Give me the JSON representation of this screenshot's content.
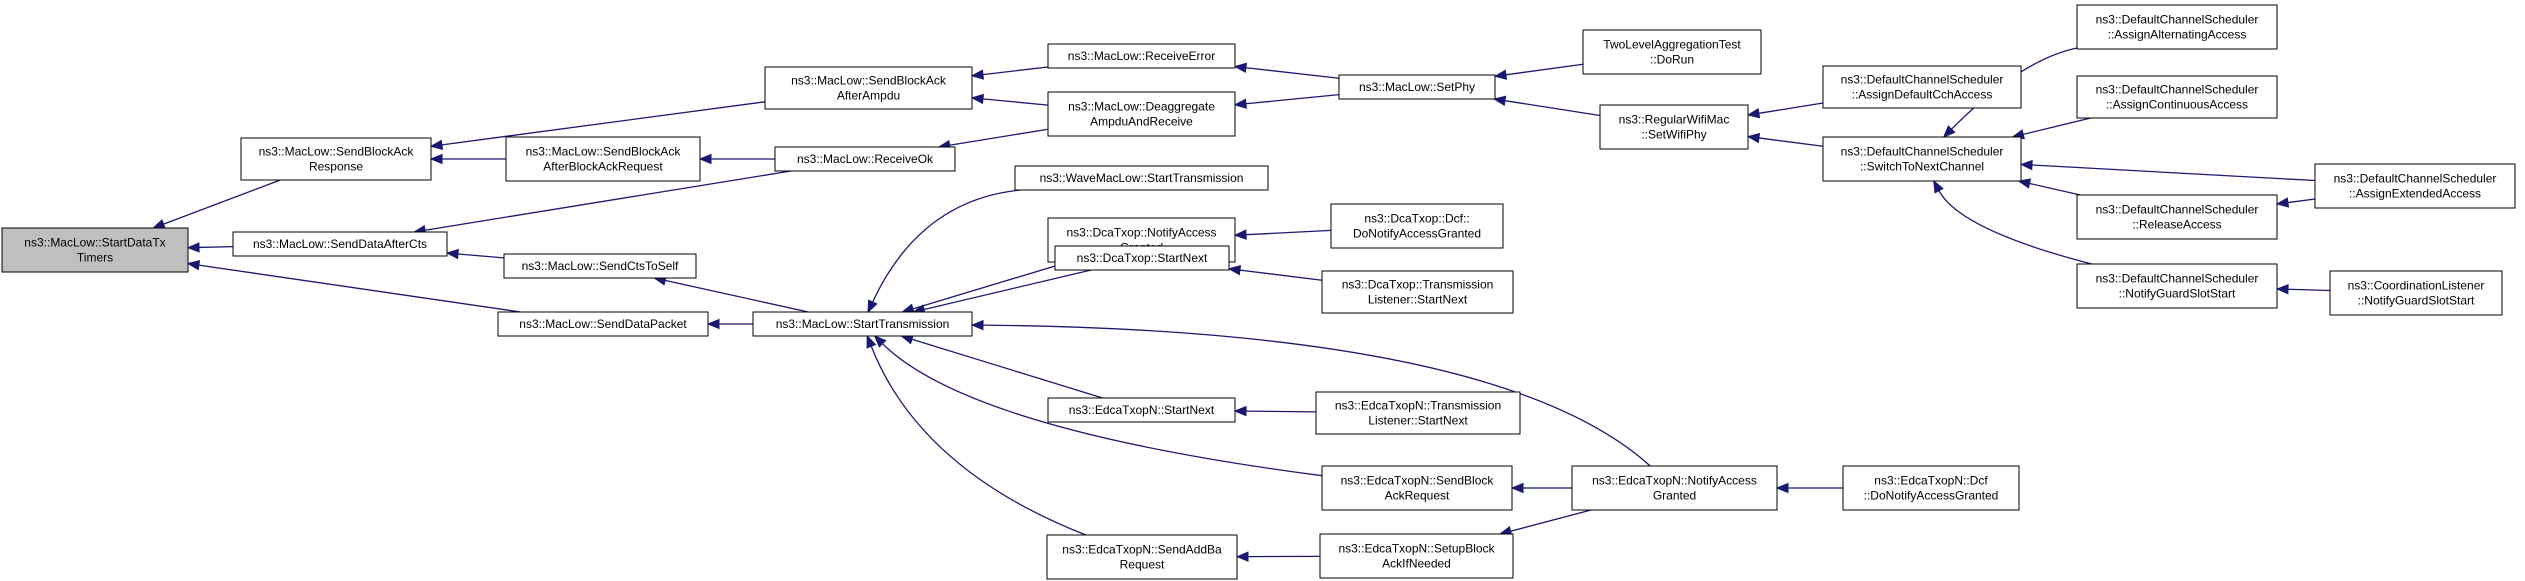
{
  "graph": {
    "nodes": [
      {
        "id": "startdatatx",
        "lines": [
          "ns3::MacLow::StartDataTx",
          "Timers"
        ],
        "root": true
      },
      {
        "id": "sendblockackresponse",
        "lines": [
          "ns3::MacLow::SendBlockAck",
          "Response"
        ]
      },
      {
        "id": "senddataaftercts",
        "lines": [
          "ns3::MacLow::SendDataAfterCts"
        ]
      },
      {
        "id": "senddatapacket",
        "lines": [
          "ns3::MacLow::SendDataPacket"
        ]
      },
      {
        "id": "sendblockackafterampdu",
        "lines": [
          "ns3::MacLow::SendBlockAck",
          "AfterAmpdu"
        ]
      },
      {
        "id": "sendblockackafterbar",
        "lines": [
          "ns3::MacLow::SendBlockAck",
          "AfterBlockAckRequest"
        ]
      },
      {
        "id": "sendctstoself",
        "lines": [
          "ns3::MacLow::SendCtsToSelf"
        ]
      },
      {
        "id": "receiveok",
        "lines": [
          "ns3::MacLow::ReceiveOk"
        ]
      },
      {
        "id": "starttransmission",
        "lines": [
          "ns3::MacLow::StartTransmission"
        ]
      },
      {
        "id": "receiveerror",
        "lines": [
          "ns3::MacLow::ReceiveError"
        ]
      },
      {
        "id": "deaggregate",
        "lines": [
          "ns3::MacLow::Deaggregate",
          "AmpduAndReceive"
        ]
      },
      {
        "id": "wavestarttx",
        "lines": [
          "ns3::WaveMacLow::StartTransmission"
        ]
      },
      {
        "id": "dcanotifyaccess",
        "lines": [
          "ns3::DcaTxop::NotifyAccess",
          "Granted"
        ]
      },
      {
        "id": "dcastartnext",
        "lines": [
          "ns3::DcaTxop::StartNext"
        ]
      },
      {
        "id": "edcastartnext",
        "lines": [
          "ns3::EdcaTxopN::StartNext"
        ]
      },
      {
        "id": "edcasendaddba",
        "lines": [
          "ns3::EdcaTxopN::SendAddBa",
          "Request"
        ]
      },
      {
        "id": "setphy",
        "lines": [
          "ns3::MacLow::SetPhy"
        ]
      },
      {
        "id": "dcadcfnotify",
        "lines": [
          "ns3::DcaTxop::Dcf::",
          "DoNotifyAccessGranted"
        ]
      },
      {
        "id": "dcatxlistener",
        "lines": [
          "ns3::DcaTxop::Transmission",
          "Listener::StartNext"
        ]
      },
      {
        "id": "edcatxlistener",
        "lines": [
          "ns3::EdcaTxopN::Transmission",
          "Listener::StartNext"
        ]
      },
      {
        "id": "edcasendbar",
        "lines": [
          "ns3::EdcaTxopN::SendBlock",
          "AckRequest"
        ]
      },
      {
        "id": "edcasetupblockack",
        "lines": [
          "ns3::EdcaTxopN::SetupBlock",
          "AckIfNeeded"
        ]
      },
      {
        "id": "twolevelagg",
        "lines": [
          "TwoLevelAggregationTest",
          "::DoRun"
        ]
      },
      {
        "id": "regularsetwifiphy",
        "lines": [
          "ns3::RegularWifiMac",
          "::SetWifiPhy"
        ]
      },
      {
        "id": "edcanotifyaccess",
        "lines": [
          "ns3::EdcaTxopN::NotifyAccess",
          "Granted"
        ]
      },
      {
        "id": "assigndefaultcch",
        "lines": [
          "ns3::DefaultChannelScheduler",
          "::AssignDefaultCchAccess"
        ]
      },
      {
        "id": "switchtonext",
        "lines": [
          "ns3::DefaultChannelScheduler",
          "::SwitchToNextChannel"
        ]
      },
      {
        "id": "edcadcfnotify",
        "lines": [
          "ns3::EdcaTxopN::Dcf",
          "::DoNotifyAccessGranted"
        ]
      },
      {
        "id": "assignalternating",
        "lines": [
          "ns3::DefaultChannelScheduler",
          "::AssignAlternatingAccess"
        ]
      },
      {
        "id": "assigncontinuous",
        "lines": [
          "ns3::DefaultChannelScheduler",
          "::AssignContinuousAccess"
        ]
      },
      {
        "id": "releaseaccess",
        "lines": [
          "ns3::DefaultChannelScheduler",
          "::ReleaseAccess"
        ]
      },
      {
        "id": "notifyguardslot",
        "lines": [
          "ns3::DefaultChannelScheduler",
          "::NotifyGuardSlotStart"
        ]
      },
      {
        "id": "assignextended",
        "lines": [
          "ns3::DefaultChannelScheduler",
          "::AssignExtendedAccess"
        ]
      },
      {
        "id": "coordlistener",
        "lines": [
          "ns3::CoordinationListener",
          "::NotifyGuardSlotStart"
        ]
      }
    ],
    "edges": [
      {
        "from": "sendblockackresponse",
        "to": "startdatatx"
      },
      {
        "from": "senddataaftercts",
        "to": "startdatatx"
      },
      {
        "from": "senddatapacket",
        "to": "startdatatx"
      },
      {
        "from": "sendblockackafterampdu",
        "to": "sendblockackresponse"
      },
      {
        "from": "sendblockackafterbar",
        "to": "sendblockackresponse"
      },
      {
        "from": "receiveok",
        "to": "senddataaftercts"
      },
      {
        "from": "sendctstoself",
        "to": "senddataaftercts"
      },
      {
        "from": "starttransmission",
        "to": "sendctstoself"
      },
      {
        "from": "starttransmission",
        "to": "senddatapacket"
      },
      {
        "from": "receiveok",
        "to": "sendblockackafterbar"
      },
      {
        "from": "receiveerror",
        "to": "sendblockackafterampdu"
      },
      {
        "from": "deaggregate",
        "to": "sendblockackafterampdu"
      },
      {
        "from": "deaggregate",
        "to": "receiveok"
      },
      {
        "from": "setphy",
        "to": "receiveerror"
      },
      {
        "from": "setphy",
        "to": "deaggregate"
      },
      {
        "from": "twolevelagg",
        "to": "setphy"
      },
      {
        "from": "regularsetwifiphy",
        "to": "setphy"
      },
      {
        "from": "assigndefaultcch",
        "to": "regularsetwifiphy"
      },
      {
        "from": "switchtonext",
        "to": "regularsetwifiphy"
      },
      {
        "from": "assignalternating",
        "to": "switchtonext"
      },
      {
        "from": "assigncontinuous",
        "to": "switchtonext"
      },
      {
        "from": "assignextended",
        "to": "switchtonext"
      },
      {
        "from": "releaseaccess",
        "to": "switchtonext"
      },
      {
        "from": "notifyguardslot",
        "to": "switchtonext"
      },
      {
        "from": "assignextended",
        "to": "releaseaccess"
      },
      {
        "from": "coordlistener",
        "to": "notifyguardslot"
      },
      {
        "from": "wavestarttx",
        "to": "starttransmission"
      },
      {
        "from": "dcanotifyaccess",
        "to": "starttransmission"
      },
      {
        "from": "dcastartnext",
        "to": "starttransmission"
      },
      {
        "from": "edcastartnext",
        "to": "starttransmission"
      },
      {
        "from": "edcasendaddba",
        "to": "starttransmission"
      },
      {
        "from": "edcasendbar",
        "to": "starttransmission"
      },
      {
        "from": "edcanotifyaccess",
        "to": "starttransmission"
      },
      {
        "from": "dcadcfnotify",
        "to": "dcanotifyaccess"
      },
      {
        "from": "dcatxlistener",
        "to": "dcastartnext"
      },
      {
        "from": "edcatxlistener",
        "to": "edcastartnext"
      },
      {
        "from": "edcasetupblockack",
        "to": "edcasendaddba"
      },
      {
        "from": "edcanotifyaccess",
        "to": "edcasendbar"
      },
      {
        "from": "edcanotifyaccess",
        "to": "edcasetupblockack"
      },
      {
        "from": "edcadcfnotify",
        "to": "edcanotifyaccess"
      }
    ]
  }
}
